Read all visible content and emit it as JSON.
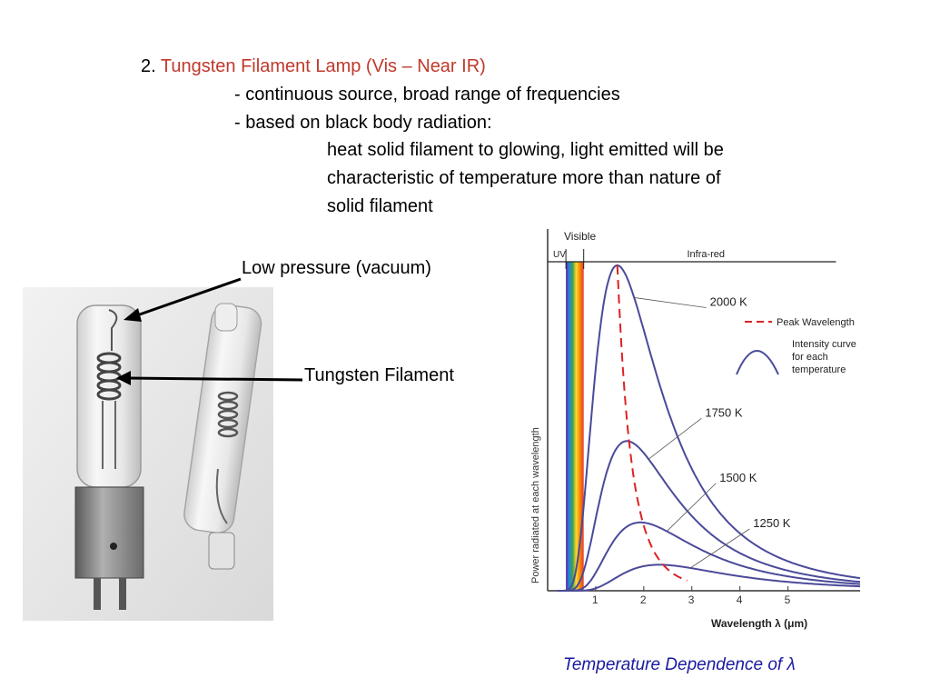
{
  "slide": {
    "number": "2.",
    "title": "Tungsten Filament Lamp (Vis – Near IR)",
    "bullets": [
      "- continuous source, broad range of frequencies",
      "- based on black body radiation:"
    ],
    "detail_lines": [
      "heat solid filament to glowing, light emitted will be",
      "characteristic of temperature more than nature of",
      "solid filament"
    ],
    "labels": {
      "low_pressure": "Low pressure (vacuum)",
      "tungsten_filament": "Tungsten Filament"
    },
    "caption": "Temperature Dependence of ",
    "caption_symbol": "λ",
    "colors": {
      "title_red": "#c0392b",
      "caption_blue": "#1a1aa0",
      "curve": "#4a4a9a",
      "peak": "#dd2222"
    }
  },
  "chart_data": {
    "type": "line",
    "title": "",
    "xlabel": "Wavelength λ (μm)",
    "ylabel": "Power radiated at each wavelength",
    "xlim": [
      0,
      6.5
    ],
    "ylim": [
      0,
      1
    ],
    "xticks": [
      "1",
      "2",
      "3",
      "4",
      "5"
    ],
    "regions": {
      "uv": "UV",
      "visible": "Visible",
      "infrared": "Infra-red"
    },
    "series": [
      {
        "name": "2000 K",
        "peak_x": 1.45,
        "peak_y": 1.0
      },
      {
        "name": "1750 K",
        "peak_x": 1.65,
        "peak_y": 0.46
      },
      {
        "name": "1500 K",
        "peak_x": 1.93,
        "peak_y": 0.21
      },
      {
        "name": "1250 K",
        "peak_x": 2.32,
        "peak_y": 0.08
      }
    ],
    "legend": {
      "peak": "Peak Wavelength",
      "intensity": [
        "Intensity curve",
        "for each",
        "temperature"
      ]
    }
  }
}
